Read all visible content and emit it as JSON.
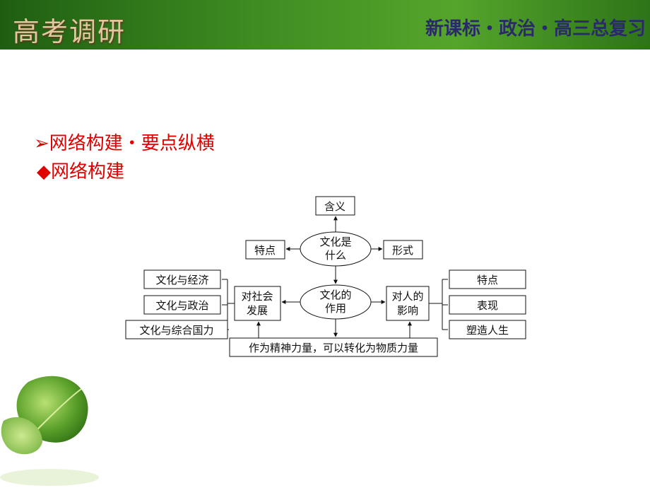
{
  "header": {
    "title": "高考调研",
    "subtitle": "新课标・政治・高三总复习"
  },
  "section": {
    "heading": "➢网络构建・要点纵横",
    "subheading": "◆网络构建"
  },
  "diagram": {
    "top": "含义",
    "center_top_line1": "文化是",
    "center_top_line2": "什么",
    "left_of_top": "特点",
    "right_of_top": "形式",
    "center_line1": "文化的",
    "center_line2": "作用",
    "society_line1": "对社会",
    "society_line2": "发展",
    "society_items": [
      "文化与经济",
      "文化与政治",
      "文化与综合国力"
    ],
    "person_line1": "对人的",
    "person_line2": "影响",
    "person_items": [
      "特点",
      "表现",
      "塑造人生"
    ],
    "bottom": "作为精神力量，可以转化为物质力量"
  }
}
